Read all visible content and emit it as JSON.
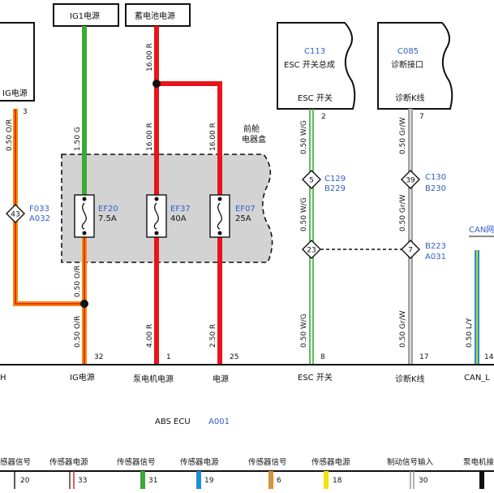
{
  "boxes": {
    "ig_source": "IG电源",
    "ig1_source": "IG1电源",
    "battery_source": "蓄电池电源",
    "c113": {
      "code": "C113",
      "name": "ESC 开关总成",
      "pin_label": "ESC 开关"
    },
    "c085": {
      "code": "C085",
      "name": "诊断接口",
      "pin_label": "诊断K线"
    }
  },
  "fuse_box_label": {
    "line1": "前舱",
    "line2": "电器盒"
  },
  "fuses": [
    {
      "code": "EF20",
      "rating": "7.5A"
    },
    {
      "code": "EF37",
      "rating": "40A"
    },
    {
      "code": "EF07",
      "rating": "25A"
    }
  ],
  "connectors": {
    "f033": {
      "pin": "43",
      "code1": "F033",
      "code2": "A032"
    },
    "c129": {
      "pin": "5",
      "code1": "C129",
      "code2": "B229"
    },
    "c130": {
      "pin": "39",
      "code1": "C130",
      "code2": "B230"
    },
    "splice23": {
      "pin": "23"
    },
    "b223": {
      "pin": "7",
      "code1": "B223",
      "code2": "A031"
    }
  },
  "pins_top": {
    "ig": "3",
    "esc": "2",
    "diag": "7"
  },
  "wire_labels": {
    "w1": "0.50 O/R",
    "w2": "1.50 G",
    "w3": "16.00 R",
    "w4": "16.00 R",
    "w5": "16.00 R",
    "w6": "0.50 W/G",
    "w7": "0.50 Gr/W",
    "w8": "0.50 W/G",
    "w9": "0.50 Gr/W",
    "w10": "0.50 O/R",
    "w11": "0.50 O/R",
    "w12": "4.00 R",
    "w13": "2.50 R",
    "w14": "0.50 W/G",
    "w15": "0.50 Gr/W",
    "w16": "0.50 L/Y"
  },
  "can_label": "CAN网",
  "ecu_pins": [
    {
      "num": "32",
      "label": "IG电源"
    },
    {
      "num": "1",
      "label": "泵电机电源"
    },
    {
      "num": "25",
      "label": "电源"
    },
    {
      "num": "8",
      "label": "ESC 开关"
    },
    {
      "num": "17",
      "label": "诊断K线"
    },
    {
      "num": "14",
      "label": "CAN_L"
    }
  ],
  "ecu_left_fragment": "H",
  "ecu": {
    "name": "ABS ECU",
    "code": "A001"
  },
  "bottom_signals": [
    {
      "label": "感器信号",
      "num": "20"
    },
    {
      "label": "传感器电源",
      "num": "33"
    },
    {
      "label": "传感器信号",
      "num": "31"
    },
    {
      "label": "传感器电源",
      "num": "19"
    },
    {
      "label": "传感器信号",
      "num": "6"
    },
    {
      "label": "传感器电源",
      "num": "18"
    },
    {
      "label": "制动信号输入",
      "num": "30"
    },
    {
      "label": "泵电机接",
      "num": ""
    }
  ],
  "colors": {
    "green": "#3aaa35",
    "red": "#e8141c",
    "orange": "#f08c00",
    "yellow": "#f5e100",
    "gray": "#a0a0a0",
    "blue": "#1e8fd8",
    "fuse_box_fill": "#d3d3d3"
  }
}
